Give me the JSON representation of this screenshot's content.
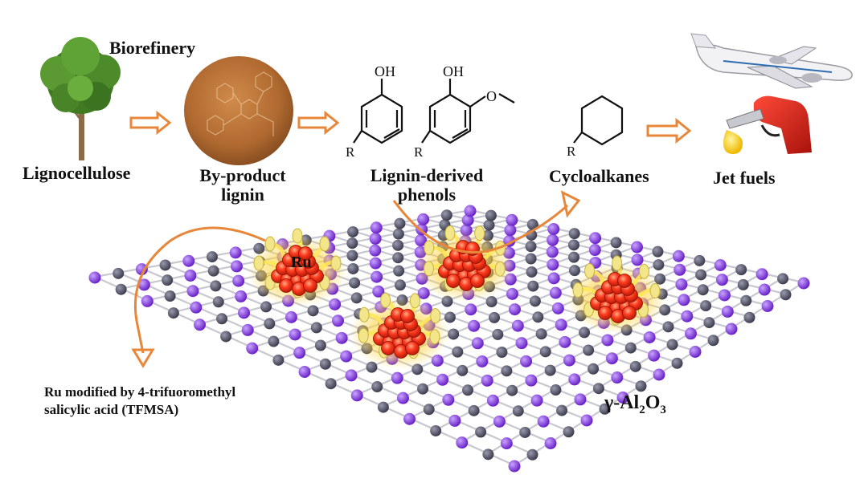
{
  "labels": {
    "biorefinery": "Biorefinery",
    "lignocellulose": "Lignocellulose",
    "byproduct_line1": "By-product",
    "byproduct_line2": "lignin",
    "phenols_line1": "Lignin-derived",
    "phenols_line2": "phenols",
    "cycloalkanes": "Cycloalkanes",
    "jet_fuels": "Jet fuels",
    "ru": "Ru",
    "modifier_line1": "Ru modified by 4-trifuoromethyl",
    "modifier_line2": "salicylic acid (TFMSA)",
    "support_prefix": "γ-Al",
    "support_sub1": "2",
    "support_mid": "O",
    "support_sub2": "3"
  },
  "structures": {
    "phenol_oh": "OH",
    "phenol_r": "R",
    "guaiacol_oh": "OH",
    "guaiacol_r": "R",
    "cyclo_r": "R"
  },
  "colors": {
    "arrow": "#e8873a",
    "al_atom": "#8a45e0",
    "o_atom": "#5c5c6e",
    "bond": "#c8c8d0",
    "ru_particle": "#ff3b1f",
    "ligand_glow": "#ffe85a",
    "soil": "#b9743a",
    "tree": "#4d8a2a"
  },
  "icons": [
    "tree-icon",
    "lignin-powder-icon",
    "airplane-icon",
    "fuel-nozzle-icon"
  ]
}
